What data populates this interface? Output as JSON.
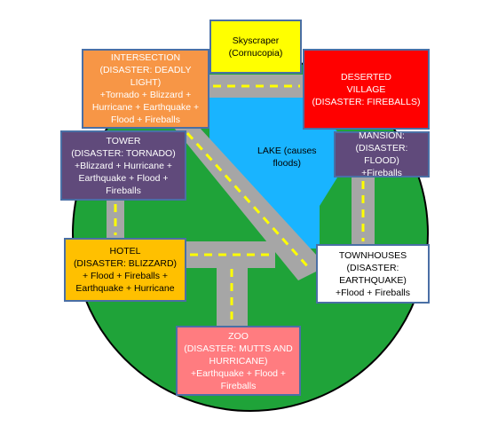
{
  "colors": {
    "arena": "#1fa339",
    "lake": "#19b4ff",
    "road": "#a6a6a6",
    "road_stripe": "#ffff00",
    "outline": "#000000",
    "box_border": "#4a6fa5"
  },
  "lake": {
    "lines": [
      "LAKE (causes",
      "floods)"
    ]
  },
  "locations": {
    "skyscraper": {
      "color": "#ffff00",
      "text_color": "#000000",
      "lines": [
        "Skyscraper",
        "(Cornucopia)"
      ]
    },
    "intersection": {
      "color": "#f79646",
      "text_color": "#ffffff",
      "lines": [
        "INTERSECTION",
        "(DISASTER: DEADLY",
        "LIGHT)",
        "+Tornado + Blizzard +",
        "Hurricane + Earthquake +",
        "Flood + Fireballs"
      ]
    },
    "deserted_village": {
      "color": "#ff0000",
      "text_color": "#ffffff",
      "lines": [
        "DESERTED",
        "VILLAGE",
        "(DISASTER: FIREBALLS)"
      ]
    },
    "tower": {
      "color": "#604a7b",
      "text_color": "#ffffff",
      "lines": [
        "TOWER",
        "(DISASTER: TORNADO)",
        "+Blizzard + Hurricane +",
        "Earthquake + Flood +",
        "Fireballs"
      ]
    },
    "mansion": {
      "color": "#604a7b",
      "text_color": "#ffffff",
      "lines": [
        "MANSION:",
        "(DISASTER: FLOOD)",
        "+Fireballs"
      ]
    },
    "hotel": {
      "color": "#ffc000",
      "text_color": "#000000",
      "lines": [
        "HOTEL",
        "(DISASTER: BLIZZARD)",
        "+ Flood + Fireballs +",
        "Earthquake + Hurricane"
      ]
    },
    "townhouses": {
      "color": "#ffffff",
      "text_color": "#000000",
      "lines": [
        "TOWNHOUSES",
        "(DISASTER:",
        "EARTHQUAKE)",
        "+Flood + Fireballs"
      ]
    },
    "zoo": {
      "color": "#ff7c80",
      "text_color": "#ffffff",
      "lines": [
        "ZOO",
        "(DISASTER: MUTTS AND",
        "HURRICANE)",
        "+Earthquake + Flood +",
        "Fireballs"
      ]
    }
  }
}
